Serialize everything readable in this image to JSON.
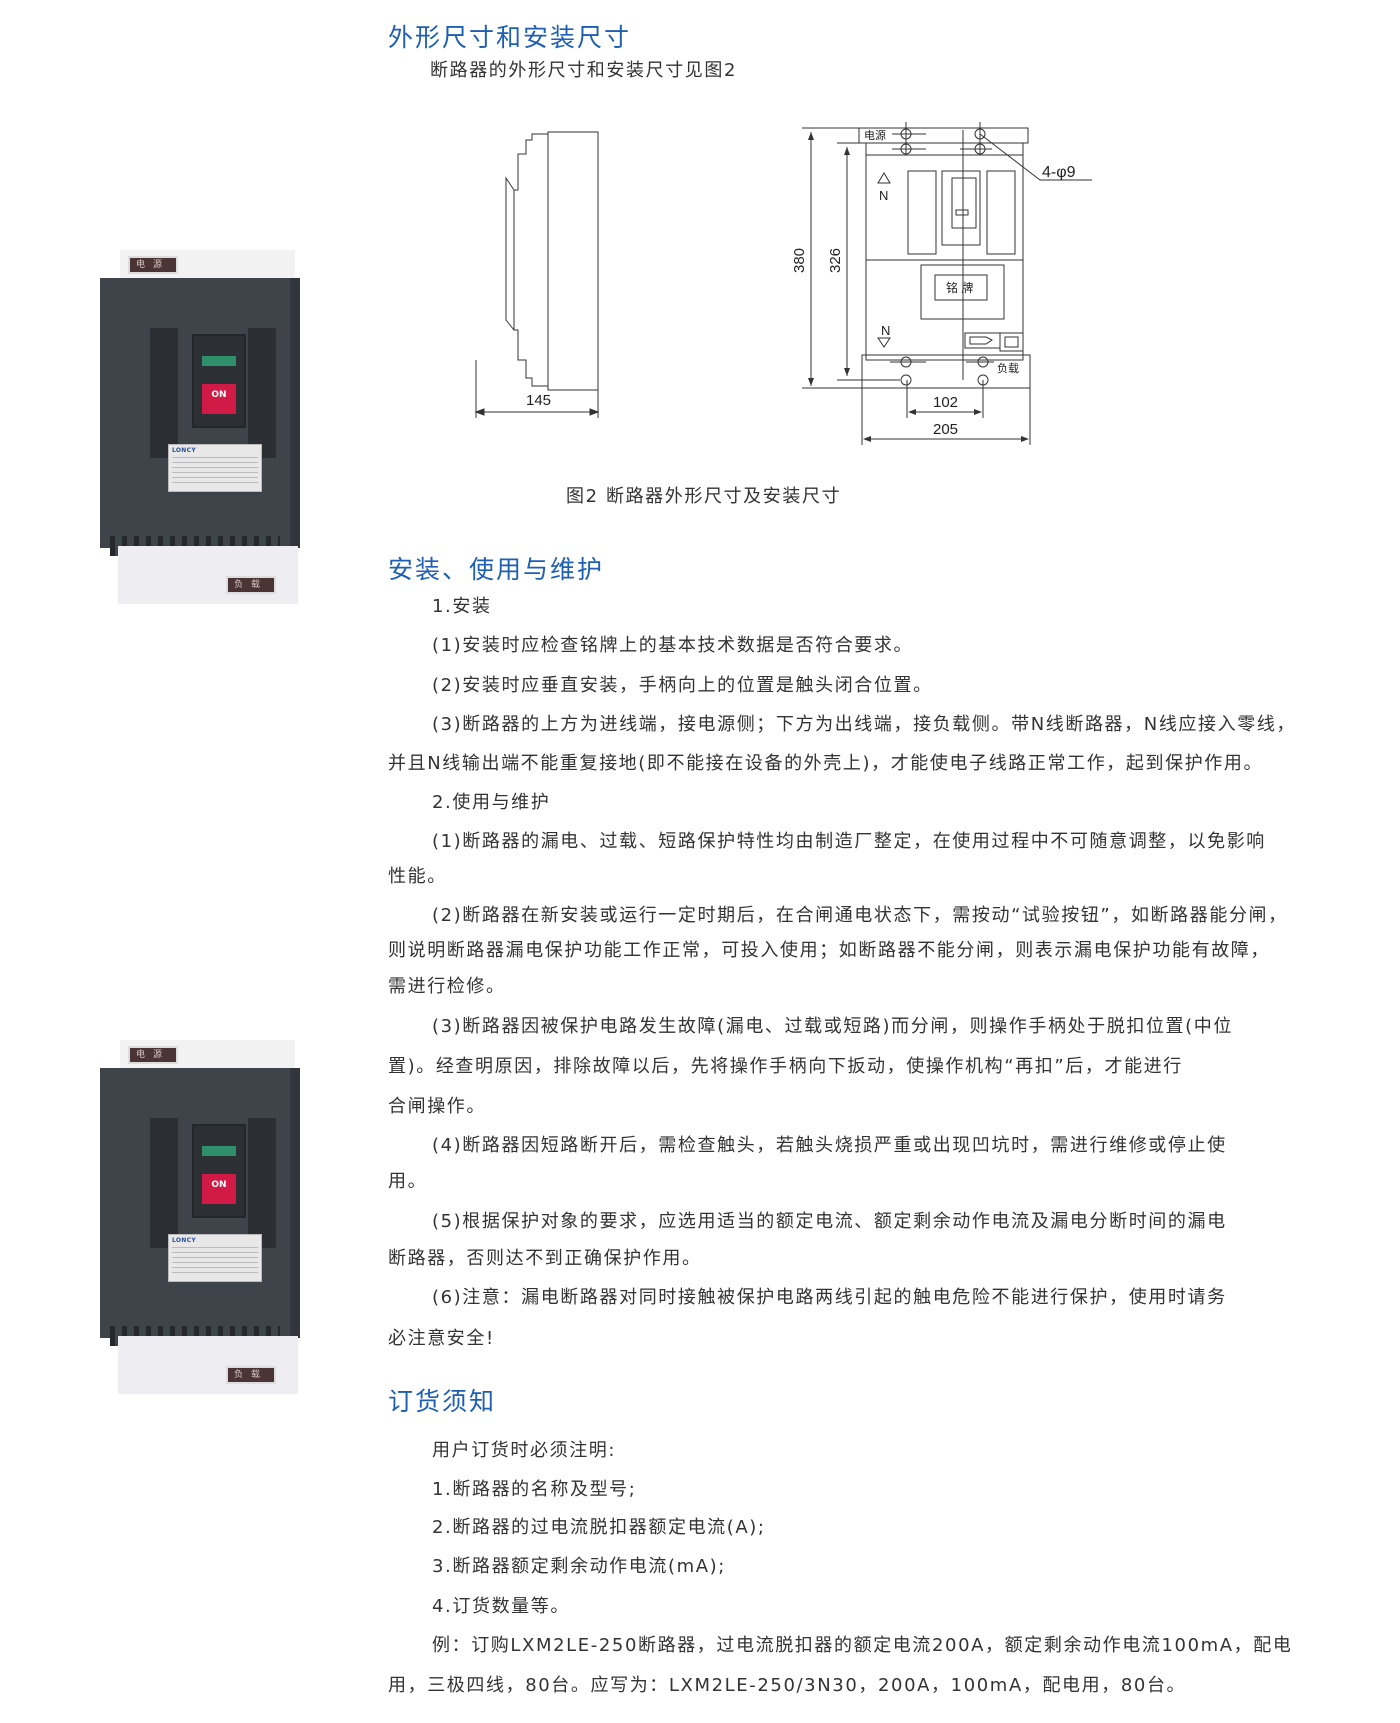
{
  "section1": {
    "title": "外形尺寸和安装尺寸",
    "subtitle": "断路器的外形尺寸和安装尺寸见图2",
    "diagram": {
      "side_width": "145",
      "height_total": "380",
      "height_mount": "326",
      "width_mount": "102",
      "width_total": "205",
      "holes": "4-φ9",
      "label_source": "电源",
      "label_load": "负载",
      "label_nameplate": "铭 牌",
      "label_n_top": "N",
      "label_n_bottom": "N"
    },
    "caption": "图2   断路器外形尺寸及安装尺寸"
  },
  "section2": {
    "title": "安装、使用与维护",
    "lines": [
      {
        "text": "1.安装",
        "indent": true
      },
      {
        "text": "(1)安装时应检查铭牌上的基本技术数据是否符合要求。",
        "indent": true
      },
      {
        "text": "(2)安装时应垂直安装，手柄向上的位置是触头闭合位置。",
        "indent": true
      },
      {
        "text": "(3)断路器的上方为进线端，接电源侧；下方为出线端，接负载侧。带N线断路器，N线应接入零线，",
        "indent": true
      },
      {
        "text": "并且N线输出端不能重复接地(即不能接在设备的外壳上)，才能使电子线路正常工作，起到保护作用。",
        "indent": false
      },
      {
        "text": "2.使用与维护",
        "indent": true
      },
      {
        "text": "(1)断路器的漏电、过载、短路保护特性均由制造厂整定，在使用过程中不可随意调整，以免影响",
        "indent": true
      },
      {
        "text": "性能。",
        "indent": false
      },
      {
        "text": "(2)断路器在新安装或运行一定时期后，在合闸通电状态下，需按动“试验按钮”，如断路器能分闸，",
        "indent": true
      },
      {
        "text": "则说明断路器漏电保护功能工作正常，可投入使用；如断路器不能分闸，则表示漏电保护功能有故障，",
        "indent": false
      },
      {
        "text": "需进行检修。",
        "indent": false
      },
      {
        "text": "(3)断路器因被保护电路发生故障(漏电、过载或短路)而分闸，则操作手柄处于脱扣位置(中位",
        "indent": true
      },
      {
        "text": "置)。经查明原因，排除故障以后，先将操作手柄向下扳动，使操作机构“再扣”后，才能进行",
        "indent": false
      },
      {
        "text": "合闸操作。",
        "indent": false
      },
      {
        "text": "(4)断路器因短路断开后，需检查触头，若触头烧损严重或出现凹坑时，需进行维修或停止使",
        "indent": true
      },
      {
        "text": "用。",
        "indent": false
      },
      {
        "text": "(5)根据保护对象的要求，应选用适当的额定电流、额定剩余动作电流及漏电分断时间的漏电",
        "indent": true
      },
      {
        "text": "断路器，否则达不到正确保护作用。",
        "indent": false
      },
      {
        "text": "(6)注意：漏电断路器对同时接触被保护电路两线引起的触电危险不能进行保护，使用时请务",
        "indent": true
      },
      {
        "text": "必注意安全!",
        "indent": false
      }
    ]
  },
  "section3": {
    "title": "订货须知",
    "lines": [
      {
        "text": "用户订货时必须注明:",
        "indent": true
      },
      {
        "text": "1.断路器的名称及型号;",
        "indent": true
      },
      {
        "text": "2.断路器的过电流脱扣器额定电流(A);",
        "indent": true
      },
      {
        "text": "3.断路器额定剩余动作电流(mA);",
        "indent": true
      },
      {
        "text": "4.订货数量等。",
        "indent": true
      },
      {
        "text": "例：订购LXM2LE-250断路器，过电流脱扣器的额定电流200A，额定剩余动作电流100mA，配电",
        "indent": true
      },
      {
        "text": "用，三极四线，80台。应写为：LXM2LE-250/3N30，200A，100mA，配电用，80台。",
        "indent": false
      }
    ]
  },
  "photo": {
    "handle_on": "ON",
    "brand": "LONCY",
    "label_top": "电源",
    "label_bottom": "负载"
  },
  "colors": {
    "heading": "#1f5fb3",
    "text": "#333333",
    "breaker_body": "#3f444b",
    "on_button": "#d11a45"
  }
}
